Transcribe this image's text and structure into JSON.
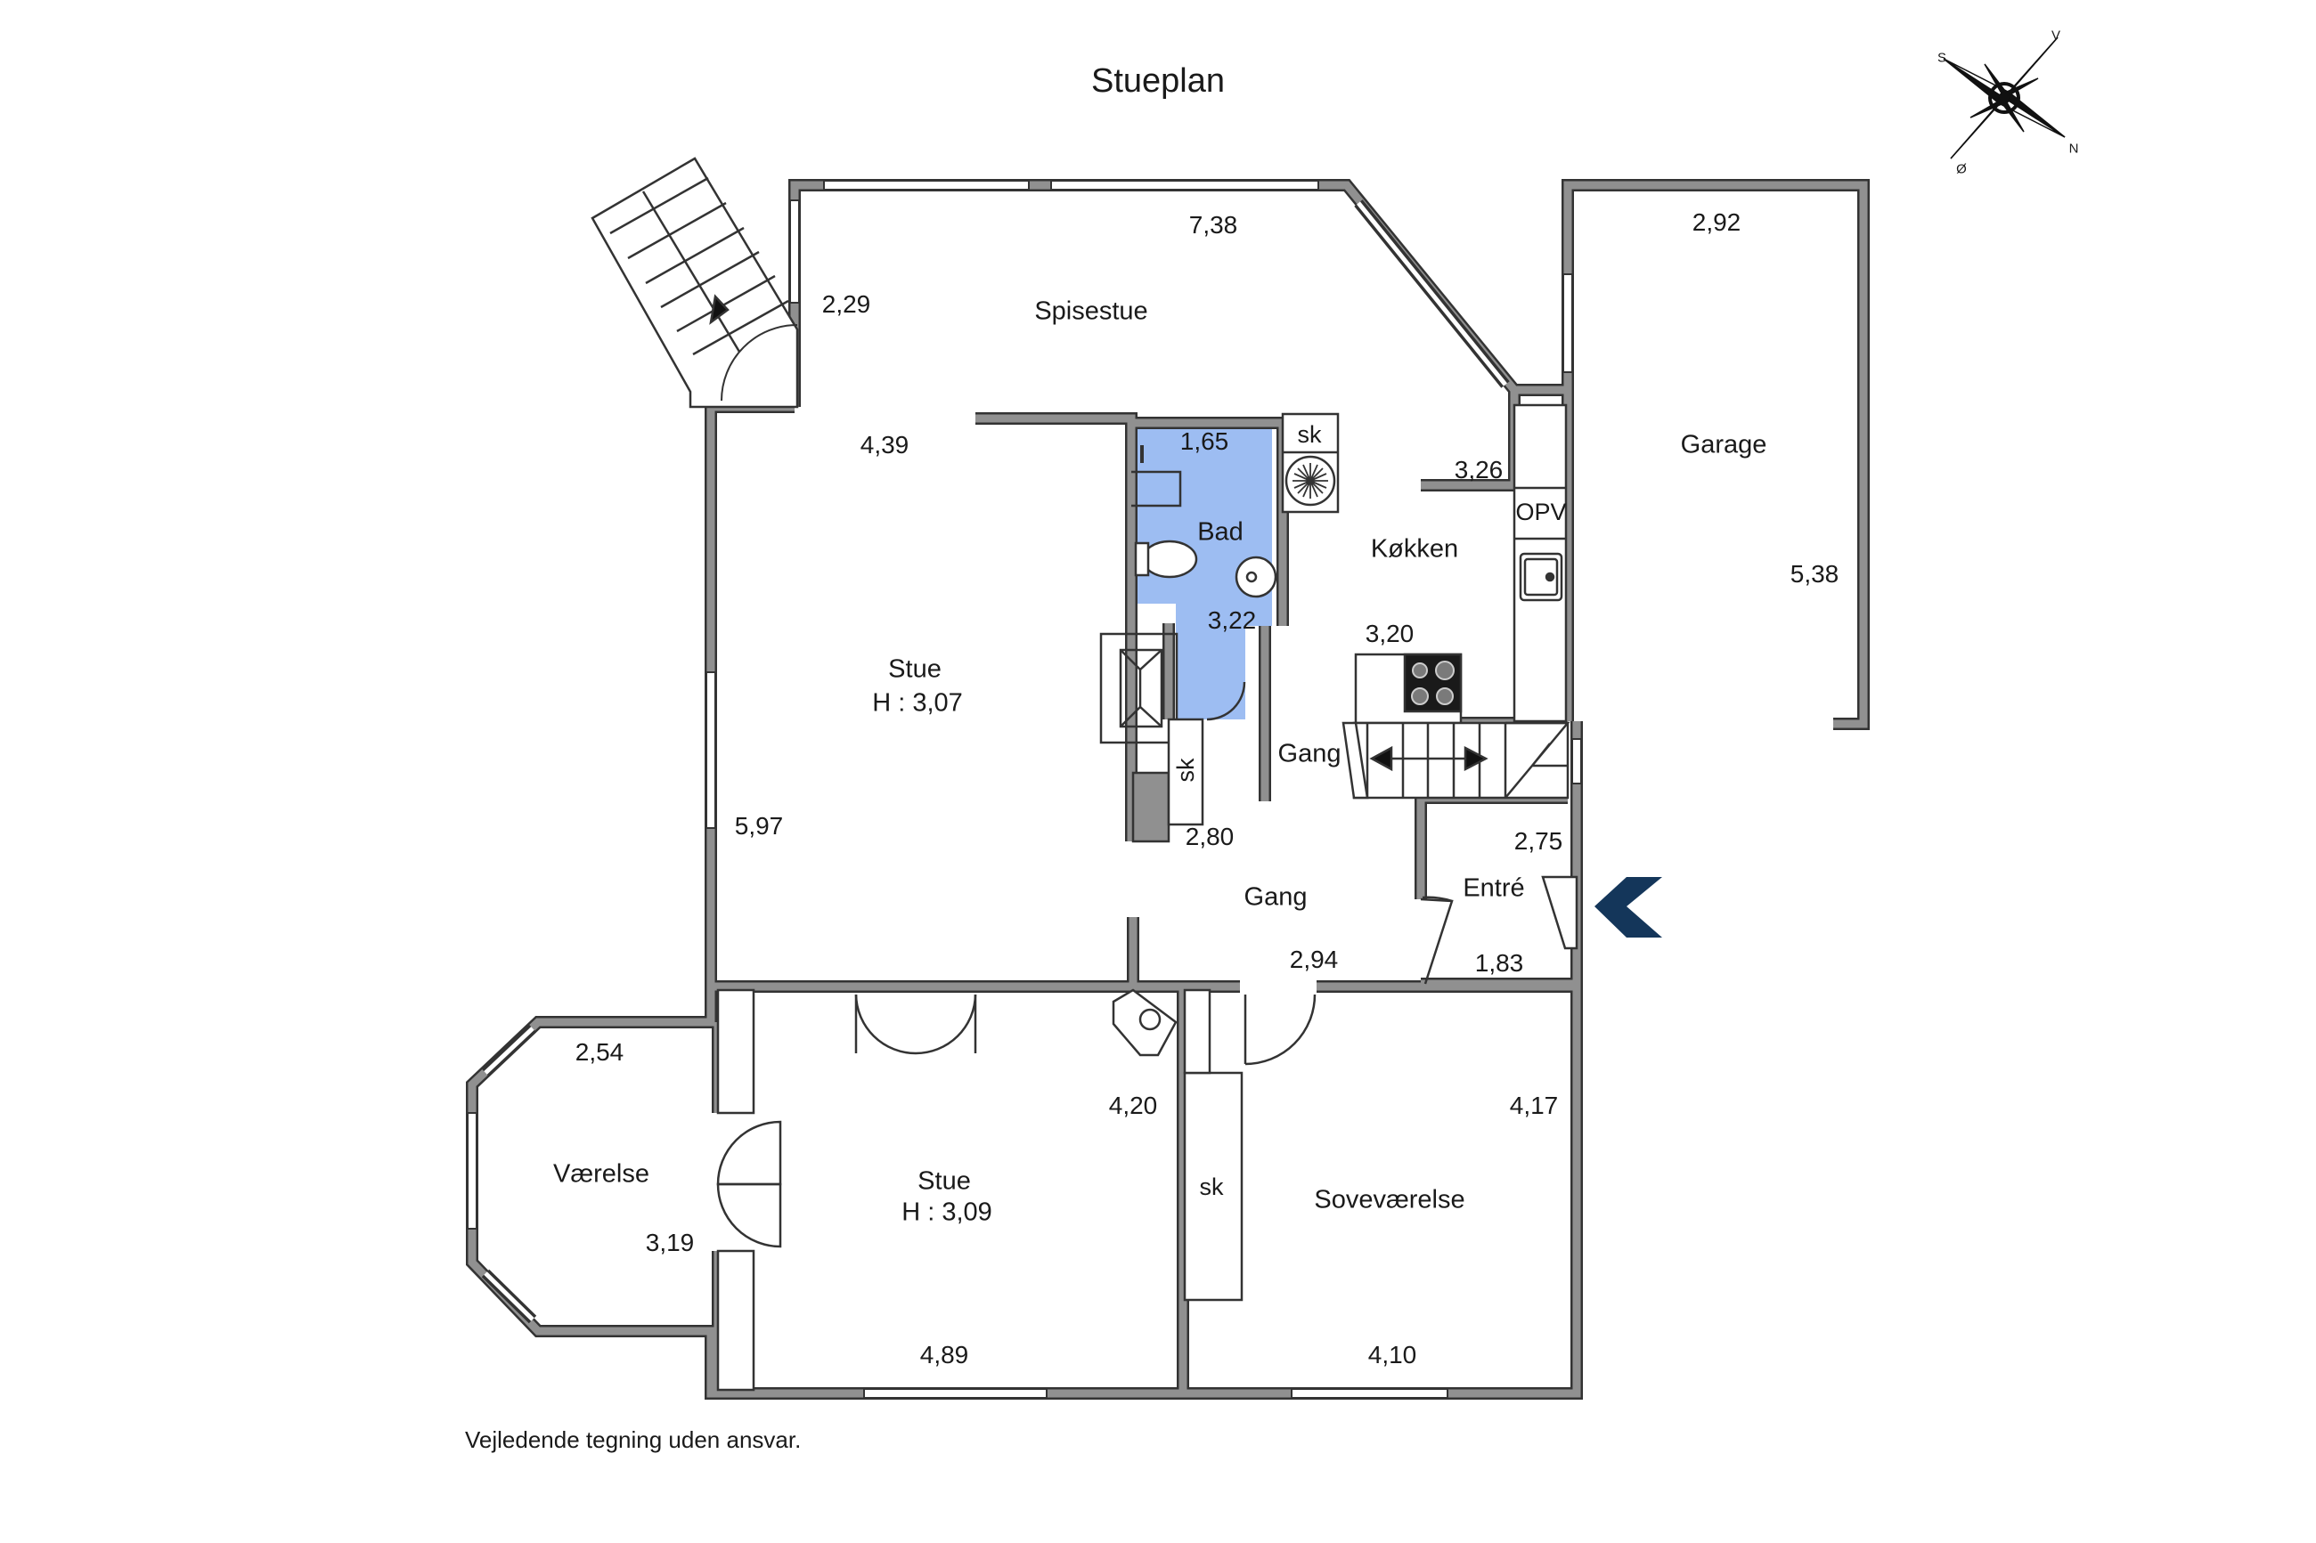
{
  "title": "Stueplan",
  "footer": "Vejledende tegning uden ansvar.",
  "compass": {
    "s": "S",
    "v": "V",
    "n": "N",
    "o": "Ø"
  },
  "rooms": {
    "spisestue": "Spisestue",
    "bad": "Bad",
    "kokken": "Køkken",
    "garage": "Garage",
    "stue_main": "Stue",
    "stue_main_h": "H : 3,07",
    "gang_upper": "Gang",
    "gang_lower": "Gang",
    "entre": "Entré",
    "vaerelse": "Værelse",
    "stue_lower": "Stue",
    "stue_lower_h": "H : 3,09",
    "sovevaerelse": "Soveværelse"
  },
  "fixtures": {
    "sk_kitchen": "sk",
    "sk_gang": "sk",
    "sk_bed": "sk",
    "opv": "OPV"
  },
  "dims": {
    "d738": "7,38",
    "d229": "2,29",
    "d439": "4,39",
    "d165": "1,65",
    "d292": "2,92",
    "d326": "3,26",
    "d538": "5,38",
    "d322": "3,22",
    "d320": "3,20",
    "d597": "5,97",
    "d280": "2,80",
    "d275": "2,75",
    "d294": "2,94",
    "d183": "1,83",
    "d254": "2,54",
    "d420": "4,20",
    "d417": "4,17",
    "d319": "3,19",
    "d489": "4,89",
    "d410": "4,10"
  },
  "colors": {
    "wall": "#909090",
    "wall_edge": "#333333",
    "bath": "#9dbdf2",
    "entry_arrow": "#14365a"
  }
}
